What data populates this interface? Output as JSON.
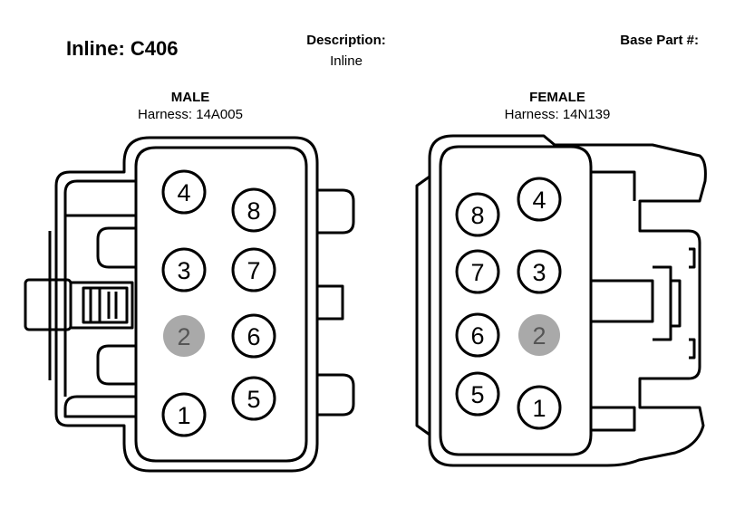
{
  "header": {
    "title": "Inline: C406",
    "description_label": "Description:",
    "description_value": "Inline",
    "base_part_label": "Base Part #:"
  },
  "male": {
    "title": "MALE",
    "harness": "Harness: 14A005",
    "pins": [
      {
        "label": "4",
        "empty": false
      },
      {
        "label": "8",
        "empty": false
      },
      {
        "label": "3",
        "empty": false
      },
      {
        "label": "7",
        "empty": false
      },
      {
        "label": "2",
        "empty": true
      },
      {
        "label": "6",
        "empty": false
      },
      {
        "label": "1",
        "empty": false
      },
      {
        "label": "5",
        "empty": false
      }
    ]
  },
  "female": {
    "title": "FEMALE",
    "harness": "Harness: 14N139",
    "pins": [
      {
        "label": "8",
        "empty": false
      },
      {
        "label": "4",
        "empty": false
      },
      {
        "label": "7",
        "empty": false
      },
      {
        "label": "3",
        "empty": false
      },
      {
        "label": "6",
        "empty": false
      },
      {
        "label": "2",
        "empty": true
      },
      {
        "label": "5",
        "empty": false
      },
      {
        "label": "1",
        "empty": false
      }
    ]
  },
  "colors": {
    "line": "#000000",
    "empty_pin_fill": "#a9a9a9",
    "empty_pin_text": "#555555"
  }
}
